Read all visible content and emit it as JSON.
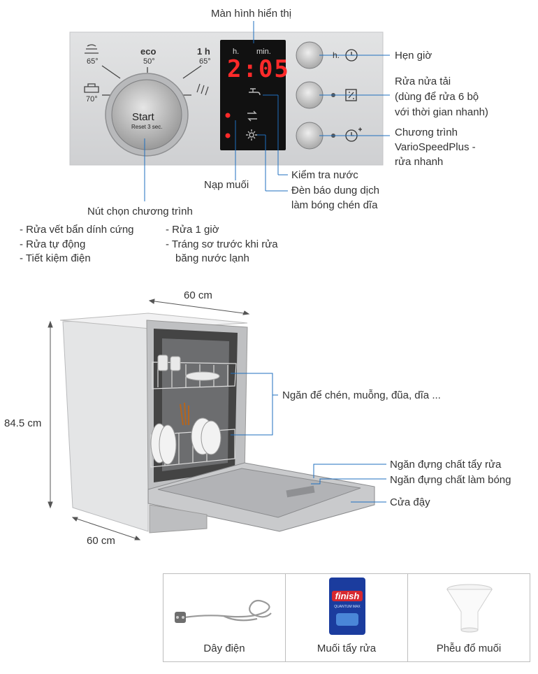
{
  "control_panel": {
    "program_labels": {
      "top_left_temp": "65°",
      "eco_label": "eco",
      "eco_temp": "50°",
      "oneh_label": "1 h",
      "oneh_temp": "65°",
      "left_mid_temp": "70°"
    },
    "knob": {
      "main": "Start",
      "sub": "Reset 3 sec."
    },
    "display": {
      "h_label": "h.",
      "min_label": "min.",
      "time": "2:05"
    },
    "button_h_label": "h."
  },
  "callouts": {
    "display": "Màn hình hiển thị",
    "timer": "Hẹn giờ",
    "half_load": [
      "Rửa nửa tải",
      "(dùng để rửa 6 bộ",
      "với thời gian nhanh)"
    ],
    "vario": [
      "Chương trình",
      "VarioSpeedPlus -",
      "rửa nhanh"
    ],
    "salt": "Nạp muối",
    "water_check": "Kiểm tra nước",
    "rinse_aid": [
      "Đèn báo dung dịch",
      "làm bóng chén dĩa"
    ],
    "program_select": "Nút chọn chương trình",
    "programs_left": [
      "- Rửa vết bẩn dính cứng",
      "- Rửa tự động",
      "- Tiết kiệm điện"
    ],
    "programs_right": [
      "- Rửa 1 giờ",
      "- Tráng sơ trước khi rửa",
      "băng nước lạnh"
    ]
  },
  "dimensions": {
    "width_top": "60 cm",
    "height": "84.5 cm",
    "depth": "60 cm"
  },
  "parts": {
    "racks": "Ngăn để chén, muỗng, đũa, dĩa ...",
    "detergent": "Ngăn đựng chất tẩy rửa",
    "rinse": "Ngăn đựng chất làm bóng",
    "door": "Cửa đậy"
  },
  "accessories": [
    {
      "label": "Dây điện"
    },
    {
      "label": "Muối tẩy rửa",
      "brand": "finish",
      "sub": "QUANTUM MAX"
    },
    {
      "label": "Phễu đổ muối"
    }
  ],
  "colors": {
    "display_red": "#ff2a2a",
    "leader_blue": "#1f6fbf",
    "panel_silver": "#d9dadb"
  }
}
